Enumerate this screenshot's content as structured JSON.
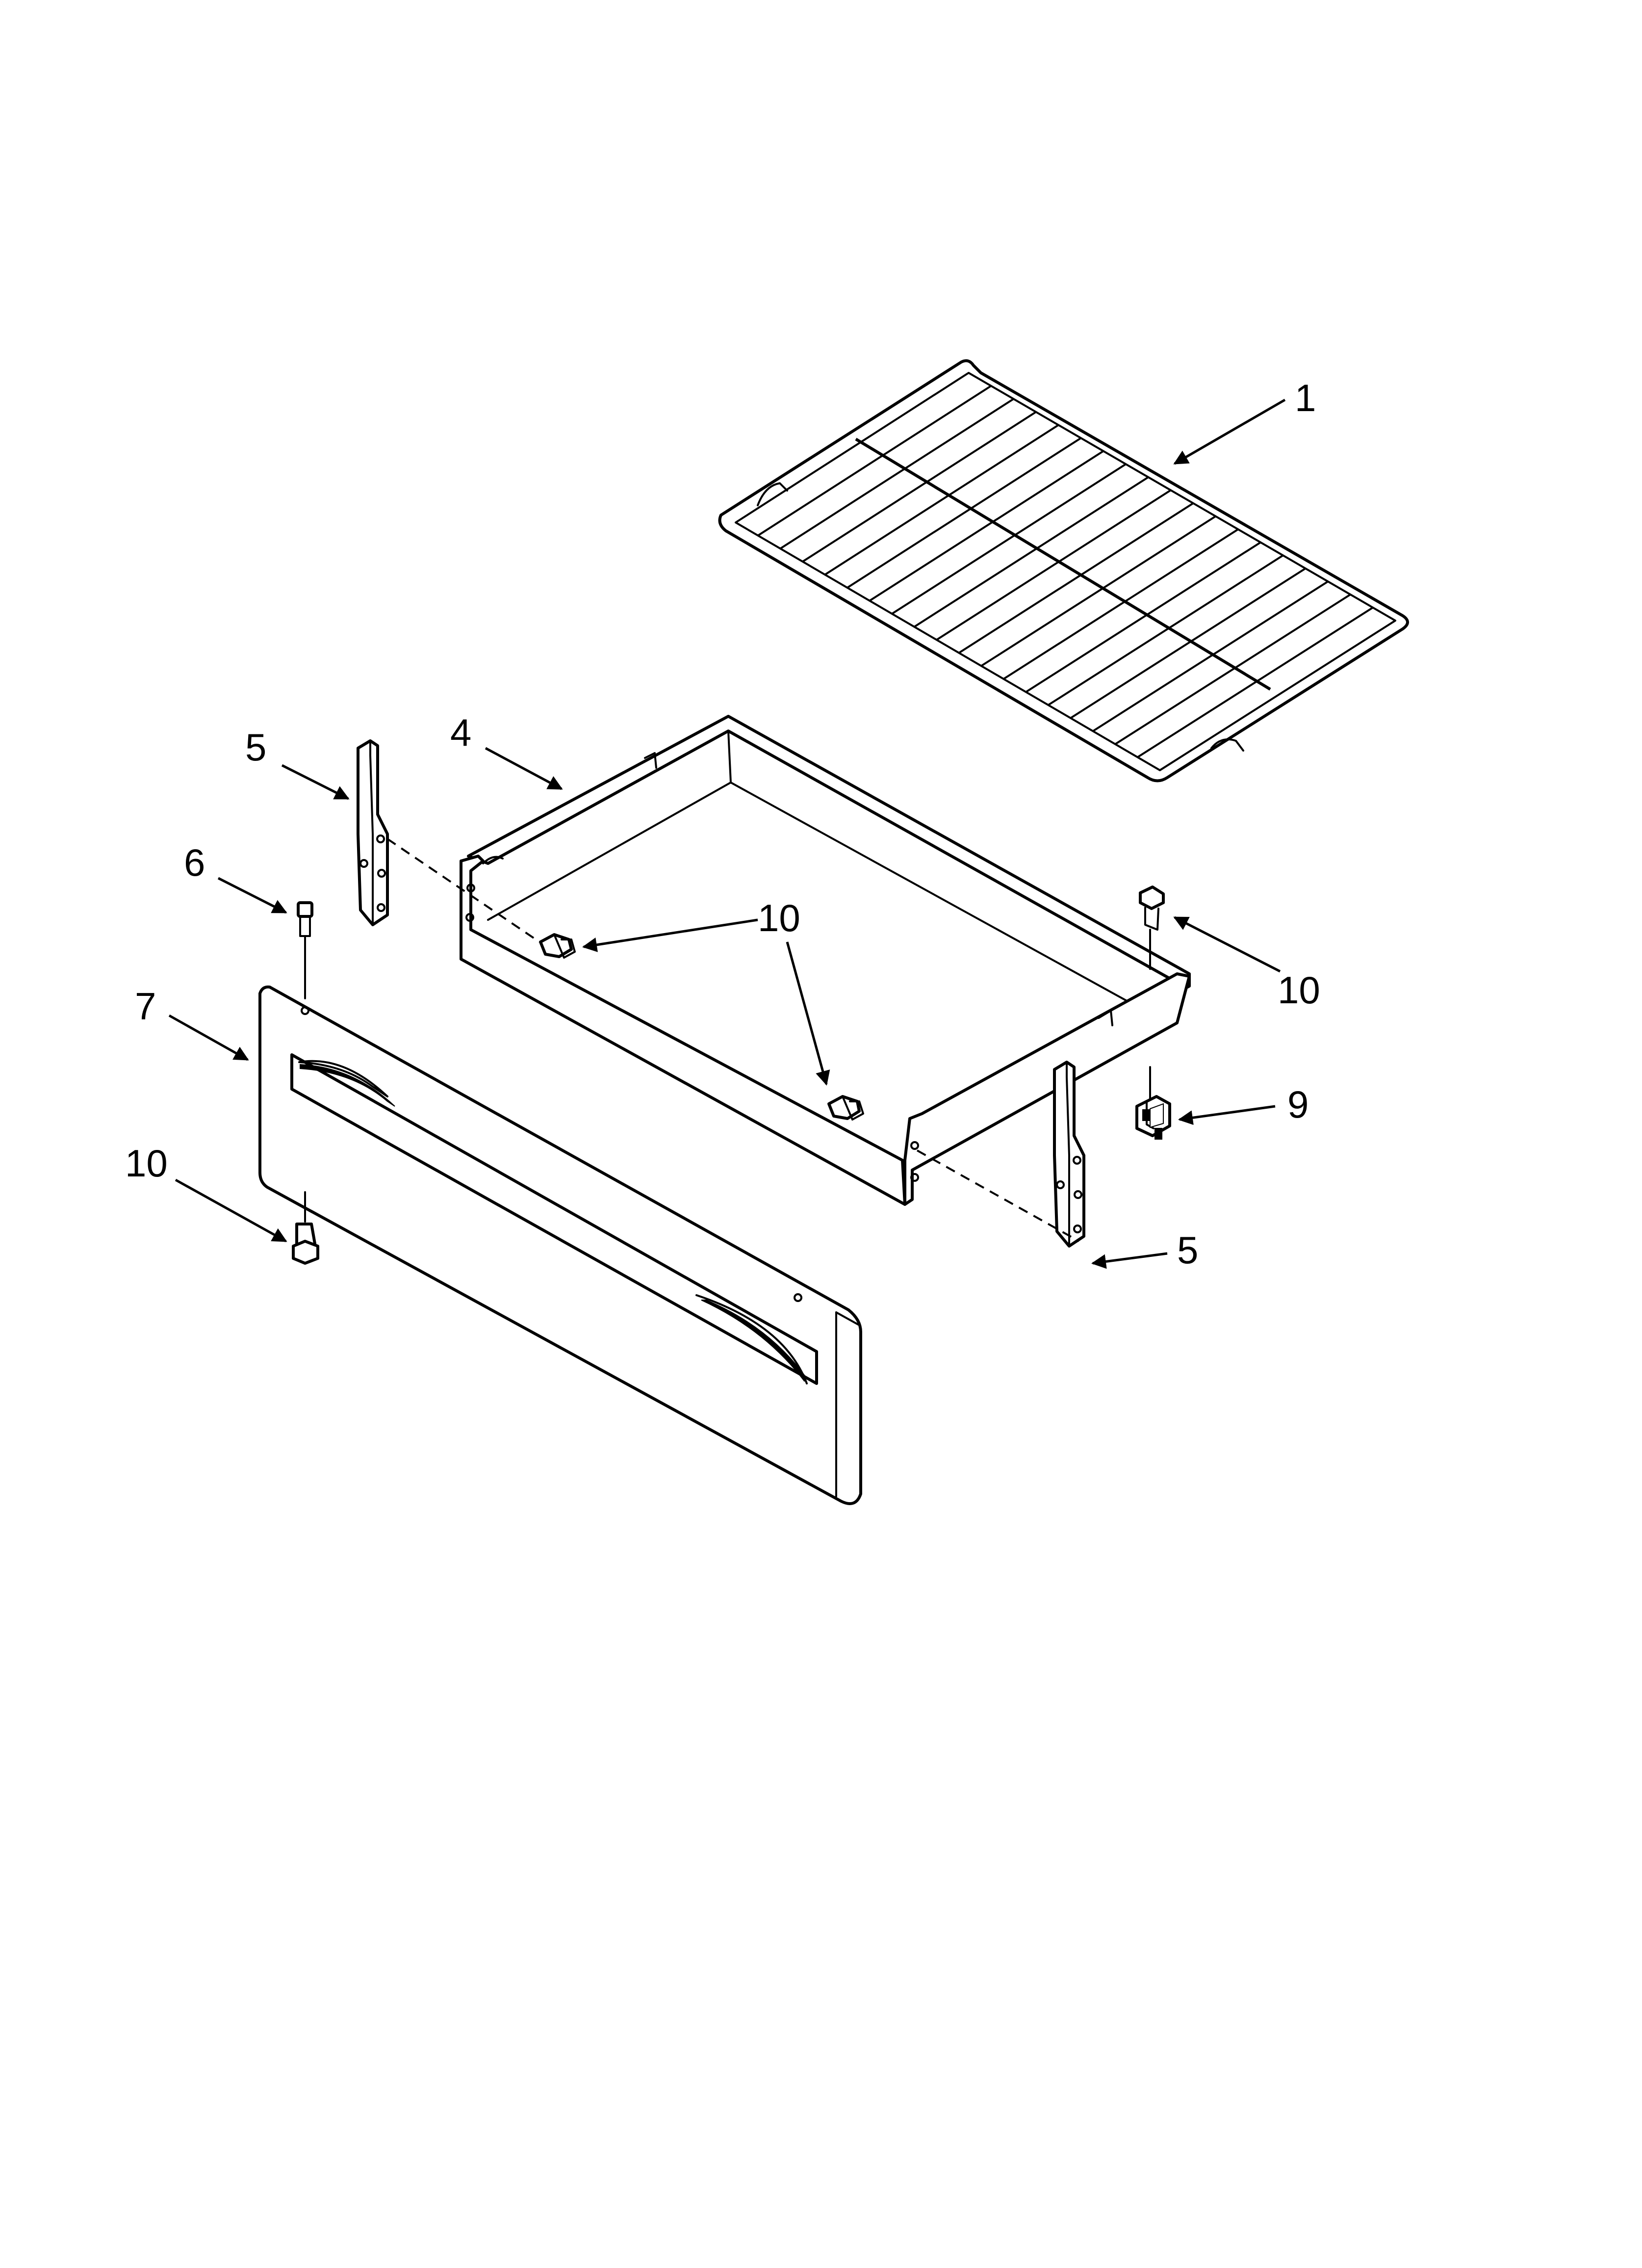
{
  "callouts": {
    "rack": "1",
    "drawer": "4",
    "slide_left": "5",
    "slide_right": "5",
    "pin": "6",
    "front_panel": "7",
    "clip": "9",
    "screw_drawer": "10",
    "screw_right": "10",
    "screw_panel": "10"
  }
}
